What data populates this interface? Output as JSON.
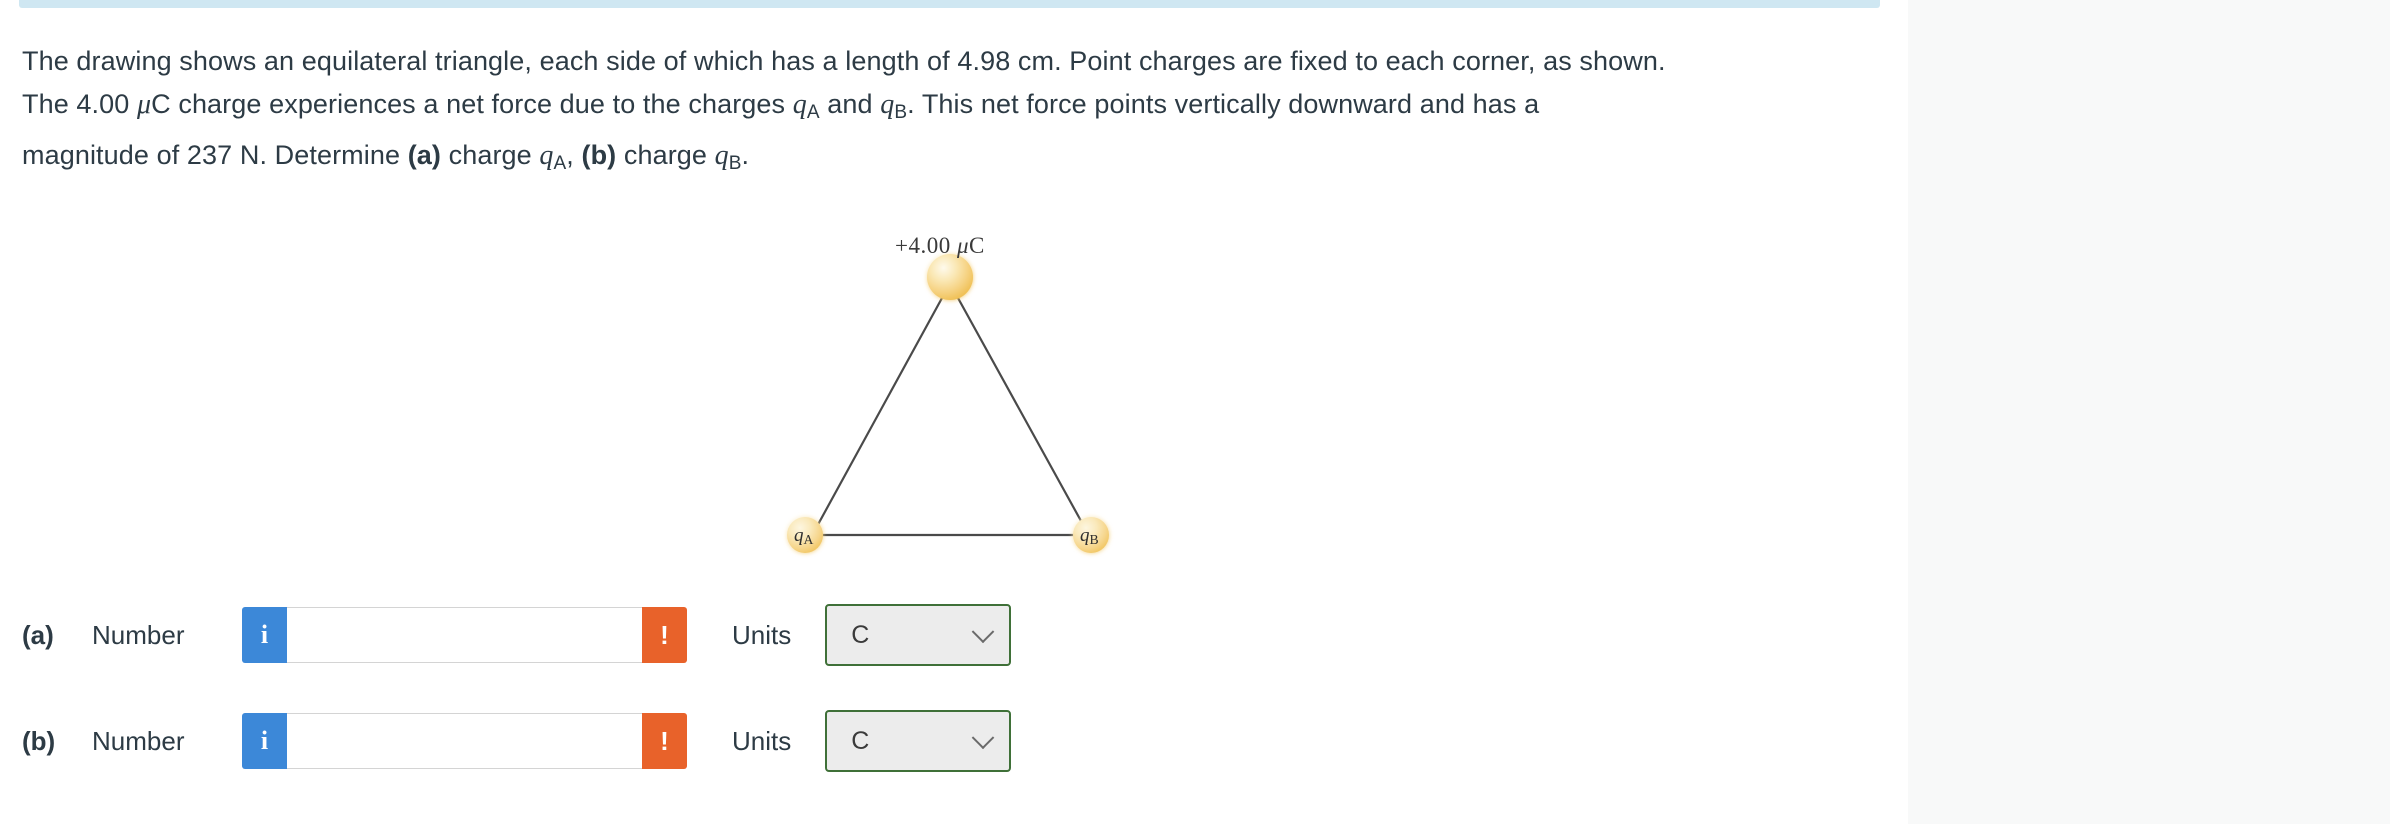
{
  "page": {
    "background_color": "#f8f9f9",
    "panel_color": "#ffffff",
    "accent_bar_color": "#cfe7f2",
    "text_color": "#2d3b45"
  },
  "problem": {
    "sentence1_part1": "The drawing shows an equilateral triangle, each side of which has a length of 4.98 cm. Point charges are fixed to each corner, as shown.",
    "sentence2_prefix": "The 4.00 ",
    "sentence2_mu": "μ",
    "sentence2_mid": "C charge experiences a net force due to the charges ",
    "var_q1": "q",
    "sub_A": "A",
    "sentence2_and": " and ",
    "var_q2": "q",
    "sub_B": "B",
    "sentence2_tail": ". This net force points vertically downward and has a",
    "sentence3_prefix": "magnitude of 237 N. Determine ",
    "label_a_bold": "(a)",
    "sentence3_mid1": " charge ",
    "var_q3": "q",
    "sub_A2": "A",
    "sentence3_comma": ", ",
    "label_b_bold": "(b)",
    "sentence3_mid2": " charge ",
    "var_q4": "q",
    "sub_B2": "B",
    "sentence3_period": "."
  },
  "figure": {
    "apex_label_sign": "+4.00 ",
    "apex_label_mu": "μ",
    "apex_label_unit": "C",
    "node_a_var": "q",
    "node_a_sub": "A",
    "node_b_var": "q",
    "node_b_sub": "B",
    "sphere_color_light": "#fdf4da",
    "sphere_color_mid": "#f7d684",
    "sphere_color_edge": "#f2c45a",
    "line_color": "#4a4a4a"
  },
  "answers": {
    "rows": [
      {
        "part": "(a)",
        "number_label": "Number",
        "info_icon": "i",
        "alert_icon": "!",
        "input_value": "",
        "input_placeholder": "",
        "units_label": "Units",
        "units_value": "C",
        "units_options": [
          "C"
        ],
        "chevron_icon": "chevron-down-icon",
        "info_color": "#3c88d8",
        "alert_color": "#e8622a",
        "select_border_color": "#3f7038"
      },
      {
        "part": "(b)",
        "number_label": "Number",
        "info_icon": "i",
        "alert_icon": "!",
        "input_value": "",
        "input_placeholder": "",
        "units_label": "Units",
        "units_value": "C",
        "units_options": [
          "C"
        ],
        "chevron_icon": "chevron-down-icon",
        "info_color": "#3c88d8",
        "alert_color": "#e8622a",
        "select_border_color": "#3f7038"
      }
    ]
  }
}
